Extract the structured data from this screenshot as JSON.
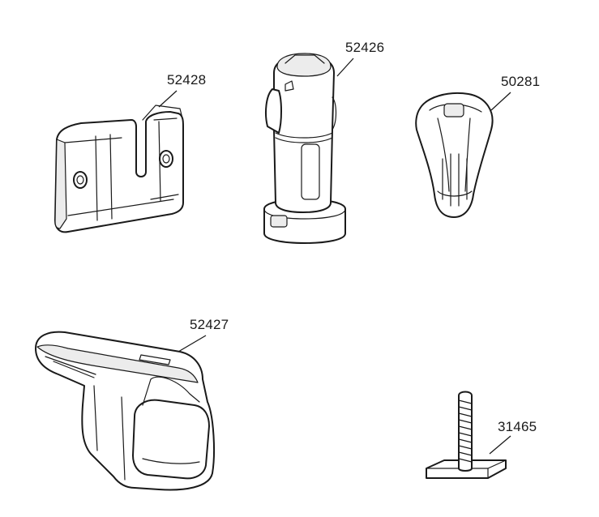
{
  "parts": [
    {
      "id": "52428",
      "label": "52428"
    },
    {
      "id": "52426",
      "label": "52426"
    },
    {
      "id": "50281",
      "label": "50281"
    },
    {
      "id": "52427",
      "label": "52427"
    },
    {
      "id": "31465",
      "label": "31465"
    }
  ]
}
